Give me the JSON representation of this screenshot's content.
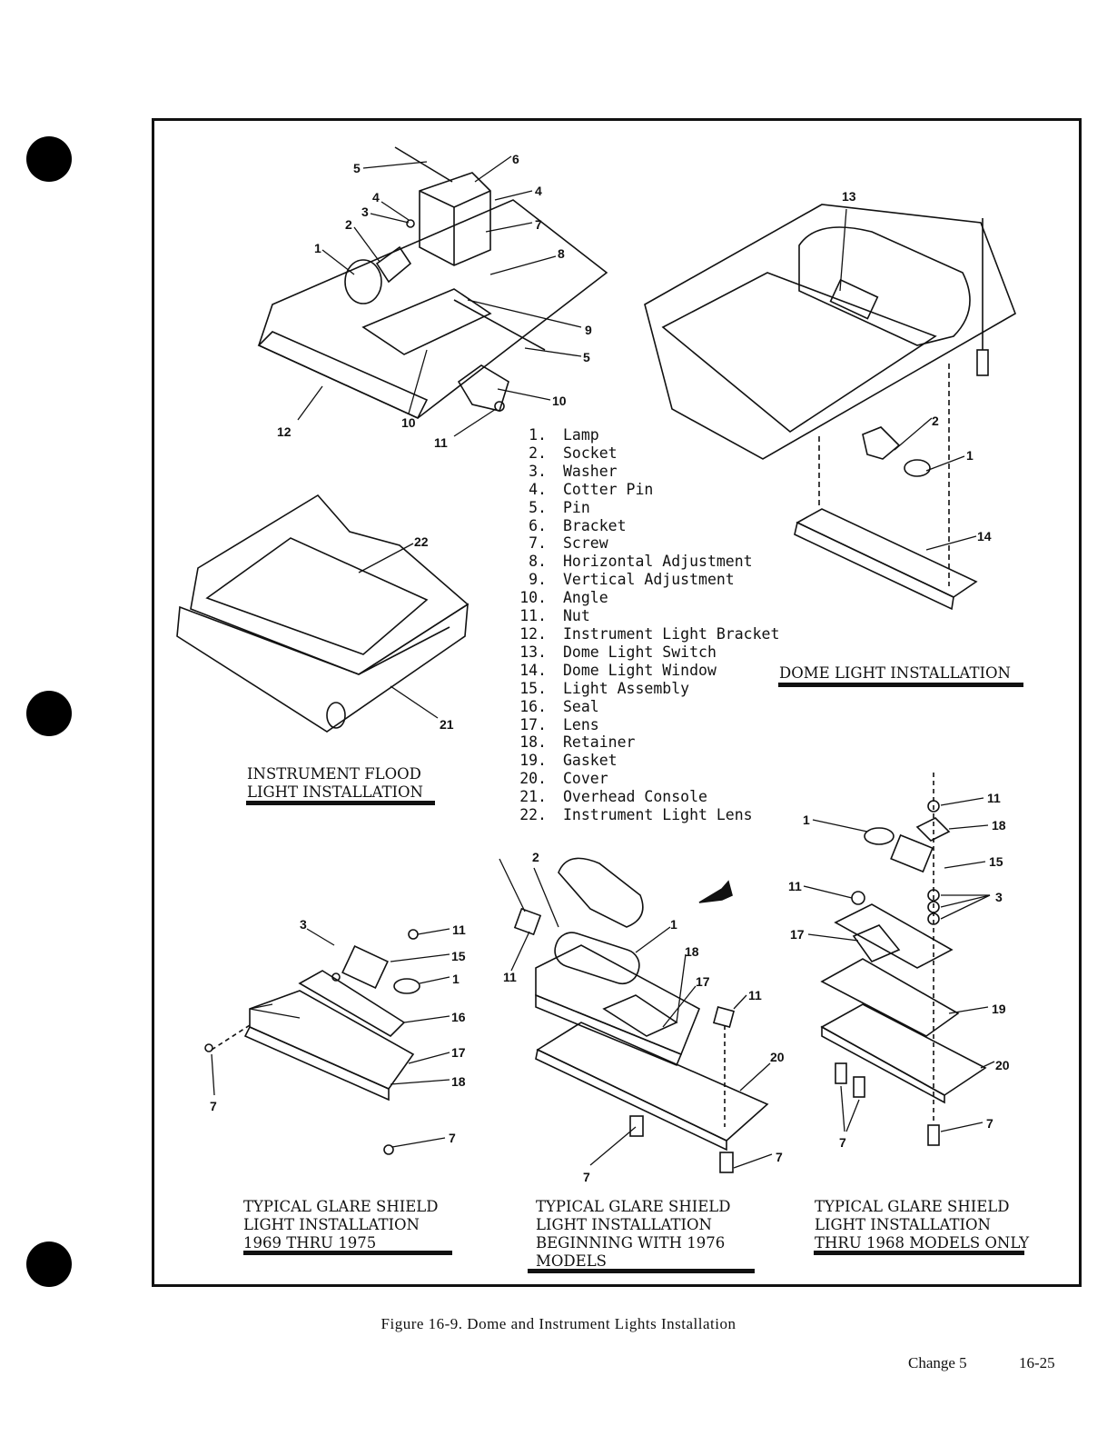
{
  "legend": [
    {
      "num": "1.",
      "label": "Lamp"
    },
    {
      "num": "2.",
      "label": "Socket"
    },
    {
      "num": "3.",
      "label": "Washer"
    },
    {
      "num": "4.",
      "label": "Cotter Pin"
    },
    {
      "num": "5.",
      "label": "Pin"
    },
    {
      "num": "6.",
      "label": "Bracket"
    },
    {
      "num": "7.",
      "label": "Screw"
    },
    {
      "num": "8.",
      "label": "Horizontal Adjustment"
    },
    {
      "num": "9.",
      "label": "Vertical Adjustment"
    },
    {
      "num": "10.",
      "label": "Angle"
    },
    {
      "num": "11.",
      "label": "Nut"
    },
    {
      "num": "12.",
      "label": "Instrument Light Bracket"
    },
    {
      "num": "13.",
      "label": "Dome Light Switch"
    },
    {
      "num": "14.",
      "label": "Dome Light Window"
    },
    {
      "num": "15.",
      "label": "Light Assembly"
    },
    {
      "num": "16.",
      "label": "Seal"
    },
    {
      "num": "17.",
      "label": "Lens"
    },
    {
      "num": "18.",
      "label": "Retainer"
    },
    {
      "num": "19.",
      "label": "Gasket"
    },
    {
      "num": "20.",
      "label": "Cover"
    },
    {
      "num": "21.",
      "label": "Overhead Console"
    },
    {
      "num": "22.",
      "label": "Instrument Light Lens"
    }
  ],
  "captions": {
    "dome": [
      "DOME LIGHT INSTALLATION"
    ],
    "flood": [
      "INSTRUMENT FLOOD",
      "LIGHT INSTALLATION"
    ],
    "glare_1969": [
      "TYPICAL GLARE SHIELD",
      "LIGHT INSTALLATION",
      "1969 THRU 1975"
    ],
    "glare_1976": [
      "TYPICAL GLARE SHIELD",
      "LIGHT INSTALLATION",
      "BEGINNING WITH 1976",
      "MODELS"
    ],
    "glare_1968": [
      "TYPICAL GLARE SHIELD",
      "LIGHT INSTALLATION",
      "THRU 1968 MODELS ONLY"
    ]
  },
  "callouts": {
    "c1": "1",
    "c2": "2",
    "c3": "3",
    "c4": "4",
    "c5": "5",
    "c6": "6",
    "c7": "7",
    "c8": "8",
    "c9": "9",
    "c10": "10",
    "c11": "11",
    "c12": "12",
    "c13": "13",
    "c14": "14",
    "c15": "15",
    "c16": "16",
    "c17": "17",
    "c18": "18",
    "c19": "19",
    "c20": "20",
    "c21": "21",
    "c22": "22"
  },
  "figure_title": "Figure 16-9.  Dome and Instrument Lights Installation",
  "footer": {
    "change": "Change 5",
    "page": "16-25"
  }
}
